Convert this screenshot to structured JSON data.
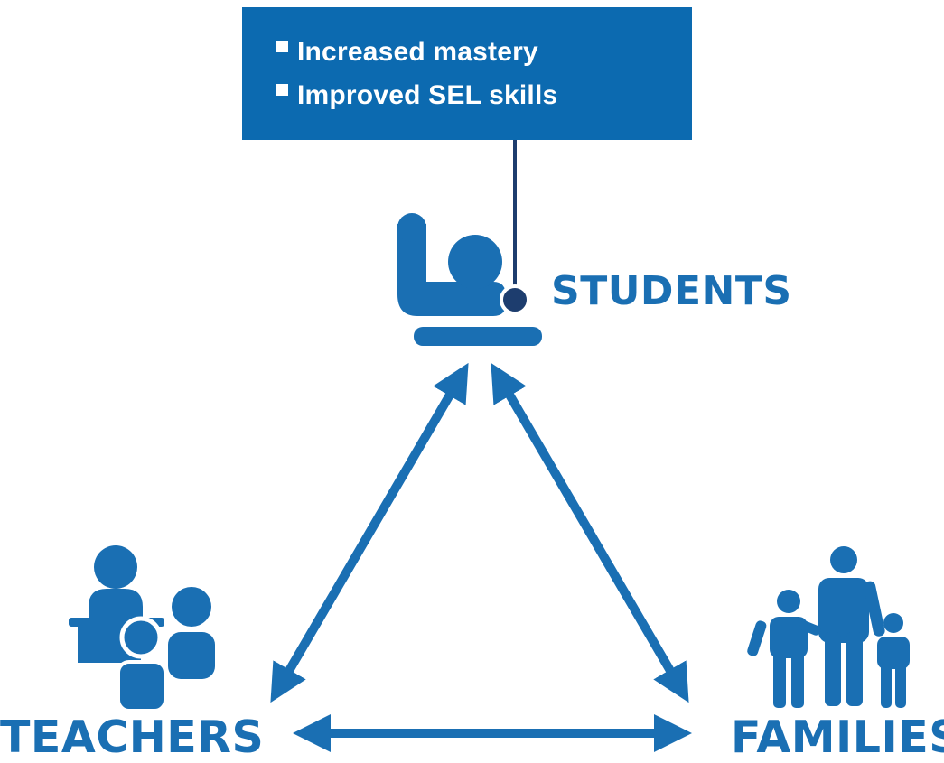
{
  "callout": {
    "bullets": [
      "Increased mastery",
      "Improved SEL skills"
    ]
  },
  "nodes": {
    "students": "STUDENTS",
    "teachers": "TEACHERS",
    "families": "FAMILIES"
  },
  "colors": {
    "primary": "#1a6fb3",
    "callout_bg": "#0c6ab0",
    "connector": "#1d3d6e"
  },
  "icons": {
    "students": "student-raising-hand-icon",
    "teachers": "teacher-classroom-icon",
    "families": "family-icon"
  }
}
